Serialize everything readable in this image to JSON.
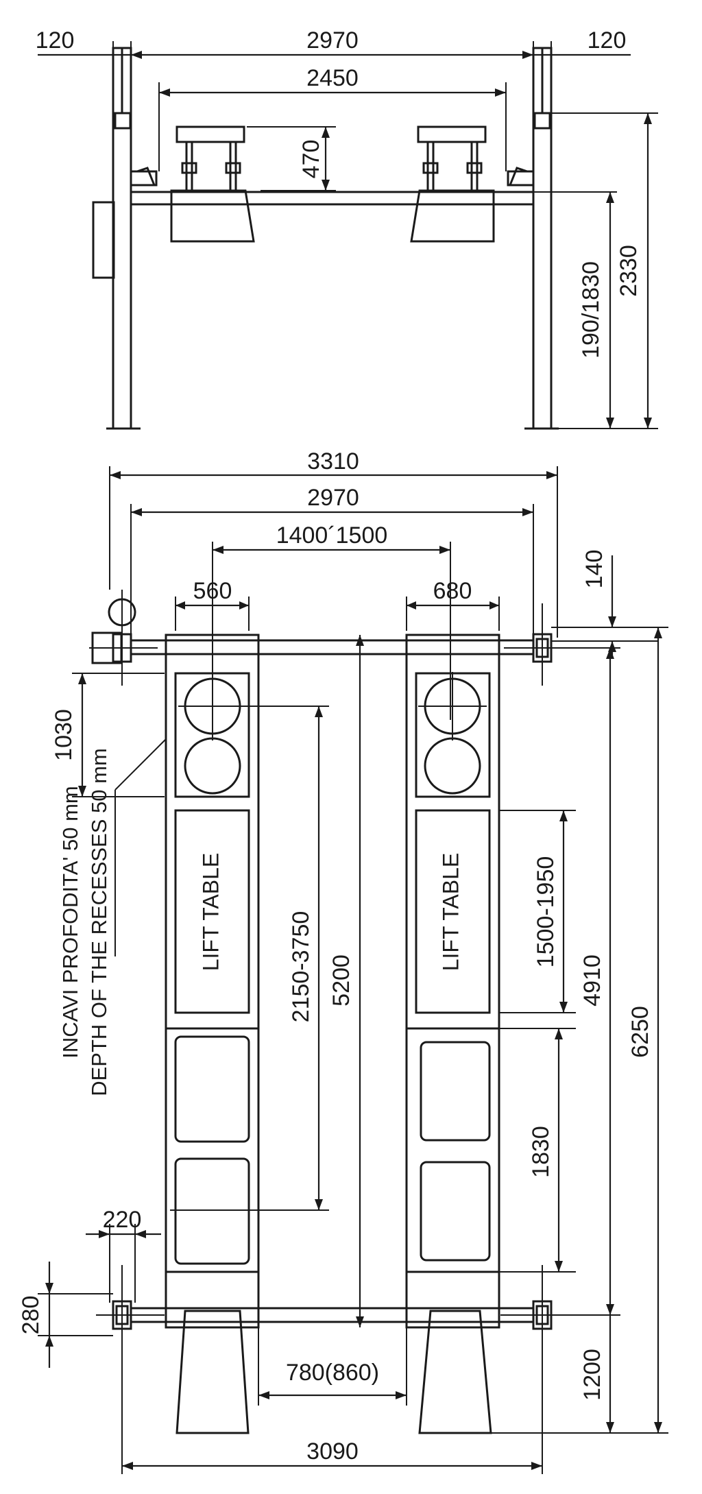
{
  "front_view": {
    "dims": {
      "post_left": "120",
      "post_center": "2970",
      "post_right": "120",
      "runway_span": "2450",
      "jack_height": "470",
      "lift_height": "190/1830",
      "overall_height": "2330"
    }
  },
  "plan_view": {
    "dims": {
      "overall_width": "3310",
      "column_width": "2970",
      "adjust_range": "1400´1500",
      "left_platform": "560",
      "right_platform": "680",
      "offset_top": "140",
      "recess_length": "1030",
      "table_travel": "2150-3750",
      "runway_length": "5200",
      "table_length": "1500-1950",
      "section_1830": "1830",
      "inner_length": "4910",
      "overall_length": "6250",
      "base_220": "220",
      "base_280": "280",
      "inner_gap": "780(860)",
      "end_1200": "1200",
      "base_width": "3090"
    },
    "lift_table_label": "LIFT TABLE",
    "recess_note_it": "INCAVI PROFODITA' 50 mm",
    "recess_note_en": "DEPTH OF THE RECESSES 50 mm"
  }
}
